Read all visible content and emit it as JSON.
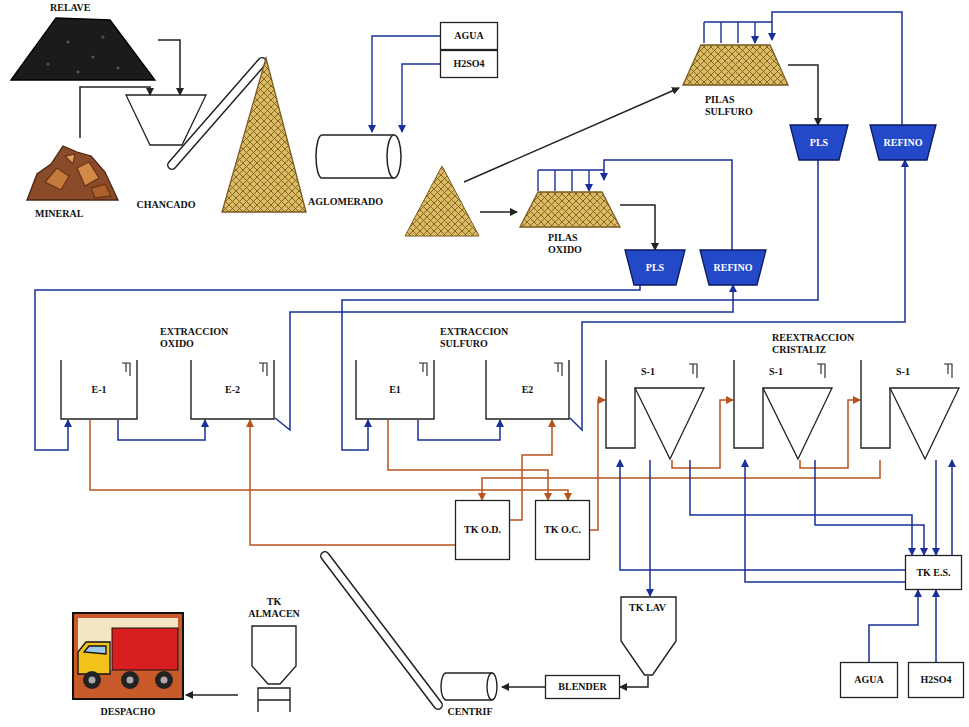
{
  "diagram": {
    "nodes": [
      {
        "text": [
          "RELAVE"
        ]
      },
      {
        "text": [
          "MINERAL"
        ]
      },
      {
        "text": [
          "CHANCADO"
        ]
      },
      {
        "text": [
          "AGLOMERADO"
        ]
      },
      {
        "text": [
          "AGUA"
        ]
      },
      {
        "text": [
          "H2SO4"
        ]
      },
      {
        "text": [
          "PILAS SULFURO"
        ]
      },
      {
        "text": [
          "PLS"
        ]
      },
      {
        "text": [
          "REFINO"
        ]
      },
      {
        "text": [
          "PILAS OXIDO"
        ]
      },
      {
        "text": [
          "PLS"
        ]
      },
      {
        "text": [
          "REFINO"
        ]
      },
      {
        "text": [
          "E-1"
        ]
      },
      {
        "text": [
          "E-2"
        ]
      },
      {
        "text": [
          "E1"
        ]
      },
      {
        "text": [
          "E2"
        ]
      },
      {
        "text": [
          "S-1"
        ]
      },
      {
        "text": [
          "S-1"
        ]
      },
      {
        "text": [
          "S-1"
        ]
      },
      {
        "text": [
          "TK O.D."
        ]
      },
      {
        "text": [
          "TK O.C."
        ]
      },
      {
        "text": [
          "TK E.S."
        ]
      },
      {
        "text": [
          "AGUA"
        ]
      },
      {
        "text": [
          "H2SO4"
        ]
      },
      {
        "text": [
          "TK LAV"
        ]
      },
      {
        "text": [
          "BLENDER"
        ]
      },
      {
        "text": [
          "CENTRIF"
        ]
      },
      {
        "text": [
          "TK ALMACEN"
        ]
      },
      {
        "text": [
          "DESPACHO"
        ]
      }
    ],
    "edges": [
      {
        "from": 0,
        "to": 2,
        "arrow": "to"
      },
      {
        "from": 1,
        "to": 2,
        "arrow": "to"
      },
      {
        "from": 6,
        "to": 7,
        "arrow": "to"
      },
      {
        "from": 8,
        "to": 6,
        "arrow": "to"
      },
      {
        "from": 9,
        "to": 10,
        "arrow": "to"
      },
      {
        "from": 11,
        "to": 9,
        "arrow": "to"
      },
      {
        "from": 10,
        "to": 12,
        "arrow": "to"
      },
      {
        "from": 12,
        "to": 13,
        "arrow": "to"
      },
      {
        "from": 13,
        "to": 11,
        "arrow": "to"
      },
      {
        "from": 7,
        "to": 14,
        "arrow": "to"
      },
      {
        "from": 14,
        "to": 15,
        "arrow": "to"
      },
      {
        "from": 15,
        "to": 8,
        "arrow": "to"
      },
      {
        "from": 12,
        "to": 20,
        "arrow": "to"
      },
      {
        "from": 14,
        "to": 20,
        "arrow": "to"
      },
      {
        "from": 20,
        "to": 16,
        "arrow": "to"
      },
      {
        "from": 16,
        "to": 17,
        "arrow": "to"
      },
      {
        "from": 17,
        "to": 18,
        "arrow": "to"
      },
      {
        "from": 18,
        "to": 19,
        "arrow": "to"
      },
      {
        "from": 19,
        "to": 13,
        "arrow": "to"
      },
      {
        "from": 19,
        "to": 15,
        "arrow": "to"
      },
      {
        "from": 21,
        "to": 16,
        "arrow": "to"
      },
      {
        "from": 16,
        "to": 21,
        "arrow": "to"
      },
      {
        "from": 21,
        "to": 17,
        "arrow": "to"
      },
      {
        "from": 17,
        "to": 21,
        "arrow": "to"
      },
      {
        "from": 21,
        "to": 18,
        "arrow": "to"
      },
      {
        "from": 18,
        "to": 21,
        "arrow": "to"
      },
      {
        "from": 16,
        "to": 24,
        "arrow": "to"
      },
      {
        "from": 22,
        "to": 21,
        "arrow": "to"
      },
      {
        "from": 23,
        "to": 21,
        "arrow": "to"
      },
      {
        "from": 24,
        "to": 25,
        "arrow": "to"
      },
      {
        "from": 25,
        "to": 26,
        "arrow": "to"
      },
      {
        "from": 27,
        "to": 28,
        "arrow": "to"
      }
    ],
    "labels": [
      "EXTRACCION OXIDO",
      "EXTRACCION SULFURO",
      "REEXTRACCION CRISTALIZ"
    ]
  }
}
